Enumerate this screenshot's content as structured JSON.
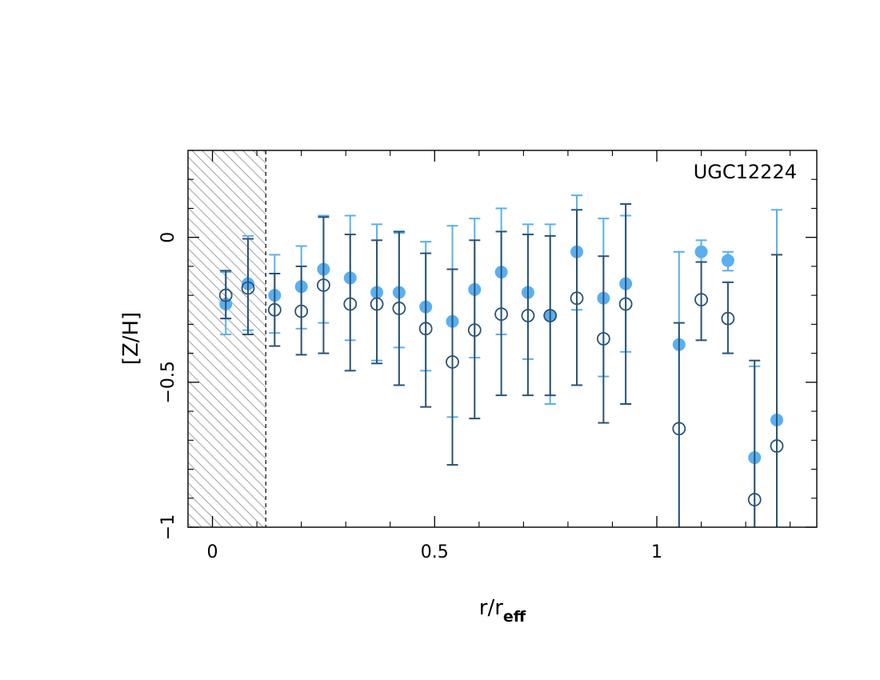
{
  "chart_data": {
    "type": "scatter",
    "title": "",
    "annotation": "UGC12224",
    "xlabel": "r/r",
    "xlabel_sub": "eff",
    "ylabel": "[Z/H]",
    "xlim": [
      -0.055,
      1.36
    ],
    "ylim": [
      -1.0,
      0.3
    ],
    "x_ticks": [
      0,
      0.5,
      1
    ],
    "x_tick_labels": [
      "0",
      "0.5",
      "1"
    ],
    "y_ticks": [
      -1,
      -0.5,
      0
    ],
    "y_tick_labels": [
      "−1",
      "−0.5",
      "0"
    ],
    "shaded_region": {
      "x_from": -0.055,
      "x_to": 0.12,
      "style": "hatched"
    },
    "grid": false,
    "colors": {
      "filled": "#5aafef",
      "open": "#2a5273",
      "hatch": "#a8a8a8"
    },
    "series": [
      {
        "marker": "filled-circle",
        "points": [
          {
            "x": 0.03,
            "y": -0.23,
            "lo": -0.335,
            "hi": -0.12
          },
          {
            "x": 0.08,
            "y": -0.16,
            "lo": -0.32,
            "hi": 0.005
          },
          {
            "x": 0.14,
            "y": -0.2,
            "lo": -0.33,
            "hi": -0.06
          },
          {
            "x": 0.2,
            "y": -0.17,
            "lo": -0.315,
            "hi": -0.03
          },
          {
            "x": 0.25,
            "y": -0.11,
            "lo": -0.295,
            "hi": 0.075
          },
          {
            "x": 0.31,
            "y": -0.14,
            "lo": -0.355,
            "hi": 0.075
          },
          {
            "x": 0.37,
            "y": -0.19,
            "lo": -0.425,
            "hi": 0.045
          },
          {
            "x": 0.42,
            "y": -0.19,
            "lo": -0.38,
            "hi": 0.015
          },
          {
            "x": 0.48,
            "y": -0.24,
            "lo": -0.46,
            "hi": -0.015
          },
          {
            "x": 0.54,
            "y": -0.29,
            "lo": -0.62,
            "hi": 0.04
          },
          {
            "x": 0.59,
            "y": -0.18,
            "lo": -0.415,
            "hi": 0.065
          },
          {
            "x": 0.65,
            "y": -0.12,
            "lo": -0.335,
            "hi": 0.1
          },
          {
            "x": 0.71,
            "y": -0.19,
            "lo": -0.42,
            "hi": 0.045
          },
          {
            "x": 0.76,
            "y": -0.27,
            "lo": -0.575,
            "hi": 0.045
          },
          {
            "x": 0.82,
            "y": -0.05,
            "lo": -0.25,
            "hi": 0.145
          },
          {
            "x": 0.88,
            "y": -0.21,
            "lo": -0.48,
            "hi": 0.065
          },
          {
            "x": 0.93,
            "y": -0.16,
            "lo": -0.395,
            "hi": 0.075
          },
          {
            "x": 1.05,
            "y": -0.37,
            "lo": -1.0,
            "hi": -0.05
          },
          {
            "x": 1.1,
            "y": -0.05,
            "lo": -0.085,
            "hi": -0.01
          },
          {
            "x": 1.16,
            "y": -0.08,
            "lo": -0.115,
            "hi": -0.05
          },
          {
            "x": 1.22,
            "y": -0.76,
            "lo": -1.0,
            "hi": -0.445
          },
          {
            "x": 1.27,
            "y": -0.63,
            "lo": -1.0,
            "hi": 0.095
          }
        ]
      },
      {
        "marker": "open-circle",
        "points": [
          {
            "x": 0.03,
            "y": -0.2,
            "lo": -0.28,
            "hi": -0.115
          },
          {
            "x": 0.08,
            "y": -0.175,
            "lo": -0.335,
            "hi": -0.005
          },
          {
            "x": 0.14,
            "y": -0.25,
            "lo": -0.375,
            "hi": -0.125
          },
          {
            "x": 0.2,
            "y": -0.255,
            "lo": -0.405,
            "hi": -0.1
          },
          {
            "x": 0.25,
            "y": -0.165,
            "lo": -0.4,
            "hi": 0.07
          },
          {
            "x": 0.31,
            "y": -0.23,
            "lo": -0.46,
            "hi": 0.01
          },
          {
            "x": 0.37,
            "y": -0.23,
            "lo": -0.435,
            "hi": -0.01
          },
          {
            "x": 0.42,
            "y": -0.245,
            "lo": -0.51,
            "hi": 0.02
          },
          {
            "x": 0.48,
            "y": -0.315,
            "lo": -0.585,
            "hi": -0.055
          },
          {
            "x": 0.54,
            "y": -0.43,
            "lo": -0.785,
            "hi": -0.11
          },
          {
            "x": 0.59,
            "y": -0.32,
            "lo": -0.625,
            "hi": -0.01
          },
          {
            "x": 0.65,
            "y": -0.265,
            "lo": -0.545,
            "hi": 0.02
          },
          {
            "x": 0.71,
            "y": -0.27,
            "lo": -0.545,
            "hi": 0.01
          },
          {
            "x": 0.76,
            "y": -0.27,
            "lo": -0.545,
            "hi": 0.005
          },
          {
            "x": 0.82,
            "y": -0.21,
            "lo": -0.51,
            "hi": 0.095
          },
          {
            "x": 0.88,
            "y": -0.35,
            "lo": -0.64,
            "hi": -0.065
          },
          {
            "x": 0.93,
            "y": -0.23,
            "lo": -0.575,
            "hi": 0.115
          },
          {
            "x": 1.05,
            "y": -0.66,
            "lo": -1.0,
            "hi": -0.295
          },
          {
            "x": 1.1,
            "y": -0.215,
            "lo": -0.355,
            "hi": -0.085
          },
          {
            "x": 1.16,
            "y": -0.28,
            "lo": -0.4,
            "hi": -0.155
          },
          {
            "x": 1.22,
            "y": -0.905,
            "lo": -1.0,
            "hi": -0.425
          },
          {
            "x": 1.27,
            "y": -0.72,
            "lo": -1.0,
            "hi": -0.06
          }
        ]
      }
    ]
  }
}
